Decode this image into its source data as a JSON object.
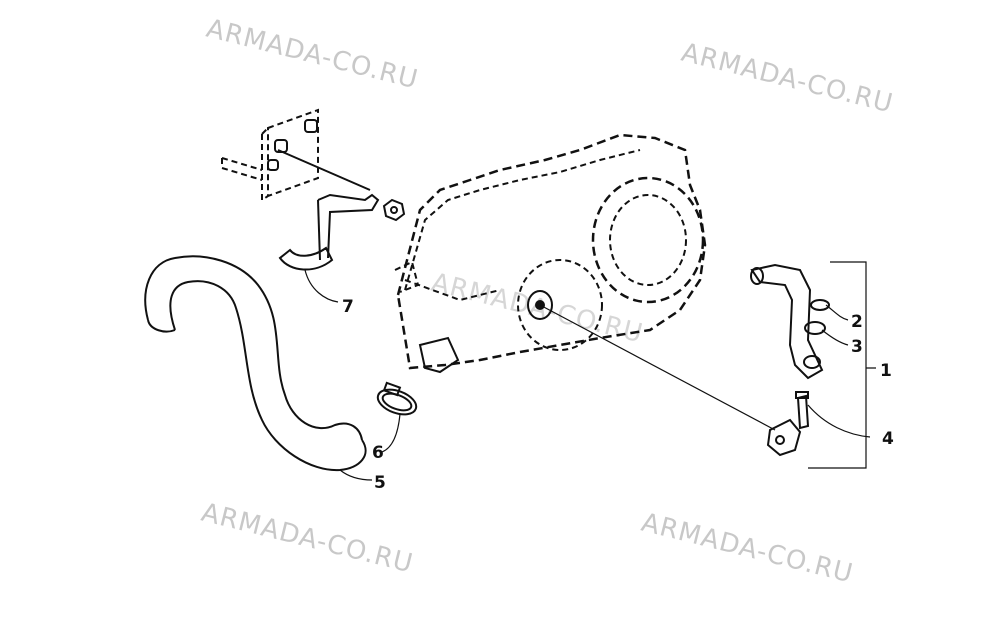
{
  "watermark": {
    "text": "ARMADA-CO.RU"
  },
  "callouts": [
    {
      "id": "1",
      "label": "1"
    },
    {
      "id": "2",
      "label": "2"
    },
    {
      "id": "3",
      "label": "3"
    },
    {
      "id": "4",
      "label": "4"
    },
    {
      "id": "5",
      "label": "5"
    },
    {
      "id": "6",
      "label": "6"
    },
    {
      "id": "7",
      "label": "7"
    }
  ]
}
